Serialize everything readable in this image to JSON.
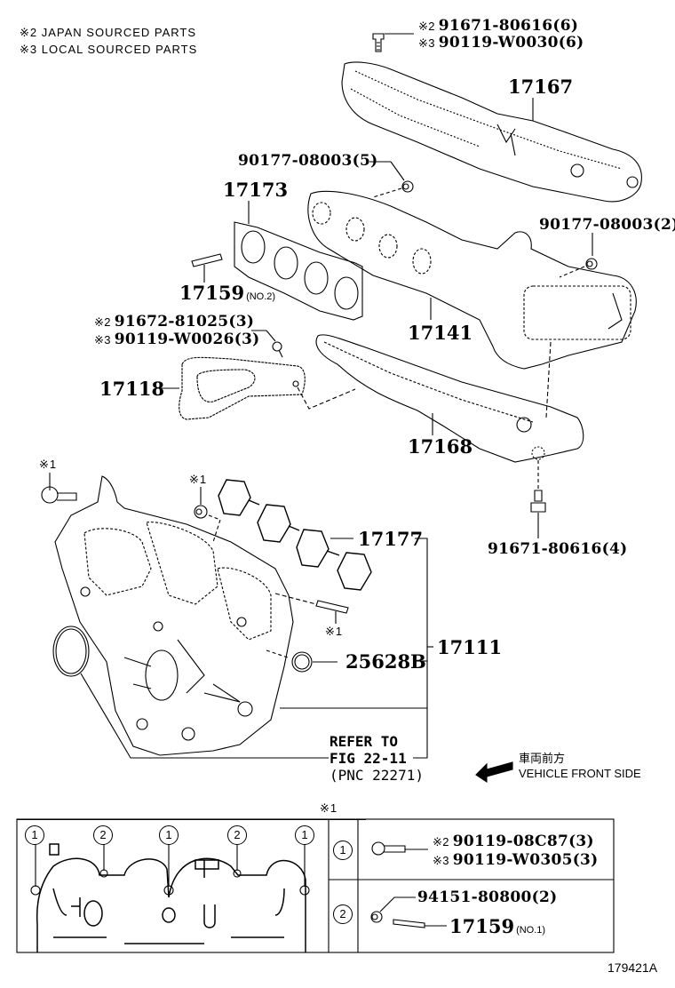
{
  "legend": {
    "japan": "※2 JAPAN SOURCED PARTS",
    "local": "※3 LOCAL SOURCED PARTS"
  },
  "marks": {
    "m1": "※1",
    "m2": "※2",
    "m3": "※3"
  },
  "parts": {
    "bolt_top_jp": "91671-80616(6)",
    "bolt_top_local": "90119-W0030(6)",
    "p17167": "17167",
    "nut_5": "90177-08003(5)",
    "p17173": "17173",
    "nut_2": "90177-08003(2)",
    "p17159_no2": "17159",
    "no2": "(NO.2)",
    "bolt_mid_jp": "91672-81025(3)",
    "bolt_mid_local": "90119-W0026(3)",
    "p17141": "17141",
    "p17118": "17118",
    "p17168": "17168",
    "bolt_lower": "91671-80616(4)",
    "p17177": "17177",
    "p17111": "17111",
    "p25628b": "25628B"
  },
  "refer": {
    "line1": "REFER TO",
    "line2": "FIG 22-11",
    "line3": "(PNC 22271)"
  },
  "front": {
    "jp": "車両前方",
    "en": "VEHICLE FRONT SIDE"
  },
  "inset": {
    "callouts": [
      "1",
      "2",
      "1",
      "2",
      "1"
    ],
    "row1": {
      "num": "1",
      "jp": "90119-08C87(3)",
      "local": "90119-W0305(3)"
    },
    "row2": {
      "num": "2",
      "nut": "94151-80800(2)",
      "stud": "17159",
      "stud_note": "(NO.1)"
    }
  },
  "figure_code": "179421A"
}
